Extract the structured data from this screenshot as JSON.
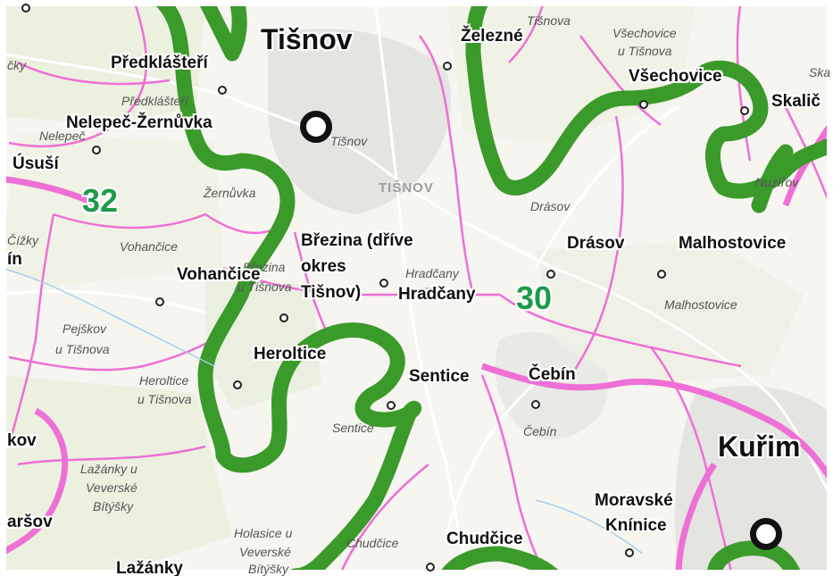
{
  "map": {
    "route_numbers": [
      {
        "id": "route-32",
        "label": "32"
      },
      {
        "id": "route-30",
        "label": "30"
      }
    ],
    "cities": [
      {
        "id": "tisnov",
        "label": "Tišnov"
      },
      {
        "id": "kurim",
        "label": "Kuřim"
      }
    ],
    "municipalities": [
      {
        "id": "predklasteri",
        "label": "Předklášteří"
      },
      {
        "id": "nelepec-zernuvka",
        "label": "Nelepeč-Žernůvka"
      },
      {
        "id": "ususi",
        "label": "Úsuší"
      },
      {
        "id": "in",
        "label": "ín"
      },
      {
        "id": "vohancice",
        "label": "Vohančice"
      },
      {
        "id": "brezina-1",
        "label": "Březina (dříve"
      },
      {
        "id": "brezina-2",
        "label": "okres"
      },
      {
        "id": "brezina-3",
        "label": "Tišnov)"
      },
      {
        "id": "hradcany",
        "label": "Hradčany"
      },
      {
        "id": "heroltice",
        "label": "Heroltice"
      },
      {
        "id": "sentice",
        "label": "Sentice"
      },
      {
        "id": "zelezne",
        "label": "Železné"
      },
      {
        "id": "vsechovice",
        "label": "Všechovice"
      },
      {
        "id": "skalicka",
        "label": "Skalič"
      },
      {
        "id": "drasov",
        "label": "Drásov"
      },
      {
        "id": "malhostovice",
        "label": "Malhostovice"
      },
      {
        "id": "cebin",
        "label": "Čebín"
      },
      {
        "id": "moravske-1",
        "label": "Moravské"
      },
      {
        "id": "kninice",
        "label": "Knínice"
      },
      {
        "id": "chudcice",
        "label": "Chudčice"
      },
      {
        "id": "kov",
        "label": "kov"
      },
      {
        "id": "arsov",
        "label": "aršov"
      },
      {
        "id": "lazanky",
        "label": "Lažánky"
      }
    ],
    "cadastral_areas": [
      {
        "id": "cky",
        "label": "čky"
      },
      {
        "id": "predklasteri-ca",
        "label": "Předklášteří"
      },
      {
        "id": "nelepec-ca",
        "label": "Nelepeč"
      },
      {
        "id": "zernuvka-ca",
        "label": "Žernůvka"
      },
      {
        "id": "cizky-ca",
        "label": "Čížky"
      },
      {
        "id": "vohancice-ca",
        "label": "Vohančice"
      },
      {
        "id": "brezina-ca-1",
        "label": "Březina"
      },
      {
        "id": "brezina-ca-2",
        "label": "u Tišnova"
      },
      {
        "id": "hradcany-ca-1",
        "label": "Hradčany"
      },
      {
        "id": "hradcany-ca-2",
        "label": "Tišnova"
      },
      {
        "id": "pejskov-ca-1",
        "label": "Pejškov"
      },
      {
        "id": "pejskov-ca-2",
        "label": "u Tišnova"
      },
      {
        "id": "heroltice-ca-1",
        "label": "Heroltice"
      },
      {
        "id": "heroltice-ca-2",
        "label": "u Tišnova"
      },
      {
        "id": "tisnov-ca",
        "label": "Tišnov"
      },
      {
        "id": "tisnov-top-ca",
        "label": "Tišnova"
      },
      {
        "id": "vsechovice-ca-1",
        "label": "Všechovice"
      },
      {
        "id": "vsechovice-ca-2",
        "label": "u Tišnova"
      },
      {
        "id": "skalicka-ca",
        "label": "Ska"
      },
      {
        "id": "nuzirov-ca",
        "label": "Nuzířov"
      },
      {
        "id": "drasov-ca",
        "label": "Drásov"
      },
      {
        "id": "malhostovice-ca",
        "label": "Malhostovice"
      },
      {
        "id": "sentice-ca",
        "label": "Sentice"
      },
      {
        "id": "cebin-ca",
        "label": "Čebín"
      },
      {
        "id": "lazanky-ca-1",
        "label": "Lažánky u"
      },
      {
        "id": "lazanky-ca-2",
        "label": "Veverské"
      },
      {
        "id": "lazanky-ca-3",
        "label": "Bítýšky"
      },
      {
        "id": "holasice-ca-1",
        "label": "Holasice u"
      },
      {
        "id": "holasice-ca-2",
        "label": "Veverské"
      },
      {
        "id": "holasice-ca-3",
        "label": "Bítýšky"
      },
      {
        "id": "chudcice-ca",
        "label": "Chudčice"
      }
    ],
    "area_names": [
      {
        "id": "tisnov-area",
        "label": "TIŠNOV"
      }
    ],
    "colors": {
      "route": "#3a9a2a",
      "boundary": "#ee6fd6",
      "route_label": "#1f9a4c",
      "background": "#f6f5f0"
    }
  }
}
